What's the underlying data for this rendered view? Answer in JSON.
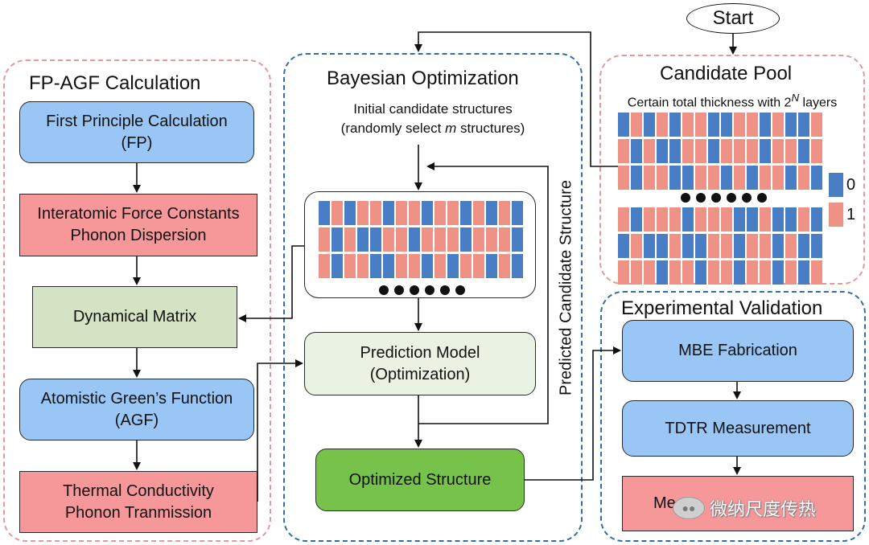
{
  "start": "Start",
  "fp_agf": {
    "title": "FP-AGF Calculation",
    "boxes": [
      [
        "First Principle Calculation",
        "(FP)"
      ],
      [
        "Interatomic Force Constants",
        "Phonon Dispersion"
      ],
      [
        "Dynamical Matrix"
      ],
      [
        "Atomistic Green’s Function",
        "(AGF)"
      ],
      [
        "Thermal Conductivity",
        "Phonon Tranmission"
      ]
    ]
  },
  "bayes": {
    "title": "Bayesian Optimization",
    "initial_line1": "Initial candidate structures",
    "initial_line2_pre": "(randomly select ",
    "initial_line2_var": "m",
    "initial_line2_post": " structures)",
    "prediction_model": [
      "Prediction Model",
      "(Optimization)"
    ],
    "optimized_structure": "Optimized Structure",
    "feedback_label": "Predicted Candidate Structure"
  },
  "pool": {
    "title": "Candidate Pool",
    "subtitle_pre": "Certain total thickness with 2",
    "subtitle_sup": "N",
    "subtitle_post": " layers",
    "legend": [
      {
        "label": "0",
        "color": "#4a7ec4"
      },
      {
        "label": "1",
        "color": "#ee9286"
      }
    ]
  },
  "validation": {
    "title": "Experimental Validation",
    "boxes": [
      "MBE Fabrication",
      "TDTR Measurement",
      "Me"
    ]
  },
  "watermark": "微纳尺度传热",
  "colors": {
    "blue_box": "#9ac6f5",
    "red_box": "#f6989a",
    "green_box": "#d4e3c3",
    "optimized_box": "#77c24a",
    "bit_0": "#4a7ec4",
    "bit_1": "#ee9286"
  },
  "grids": {
    "bayes": [
      [
        0,
        1,
        0,
        1,
        1,
        0,
        1,
        1,
        0,
        1,
        1,
        0,
        1,
        0,
        1,
        0
      ],
      [
        1,
        0,
        1,
        0,
        0,
        1,
        1,
        0,
        1,
        1,
        1,
        0,
        1,
        1,
        1,
        0
      ],
      [
        1,
        0,
        1,
        1,
        0,
        0,
        1,
        1,
        0,
        1,
        0,
        1,
        1,
        0,
        1,
        0
      ]
    ],
    "pool_top": [
      [
        0,
        1,
        0,
        1,
        0,
        1,
        1,
        0,
        0,
        1,
        1,
        0,
        1,
        0,
        0,
        1
      ],
      [
        1,
        0,
        1,
        0,
        0,
        1,
        1,
        0,
        1,
        1,
        1,
        0,
        1,
        1,
        0,
        1
      ],
      [
        1,
        0,
        1,
        1,
        0,
        0,
        1,
        1,
        0,
        1,
        0,
        1,
        1,
        0,
        1,
        0
      ]
    ],
    "pool_bottom": [
      [
        1,
        0,
        1,
        1,
        1,
        0,
        1,
        1,
        1,
        0,
        0,
        1,
        0,
        0,
        1,
        0
      ],
      [
        0,
        1,
        0,
        0,
        1,
        0,
        0,
        1,
        1,
        0,
        1,
        1,
        0,
        1,
        0,
        0
      ],
      [
        1,
        1,
        1,
        0,
        1,
        1,
        0,
        1,
        1,
        0,
        1,
        1,
        0,
        1,
        0,
        1
      ]
    ]
  }
}
